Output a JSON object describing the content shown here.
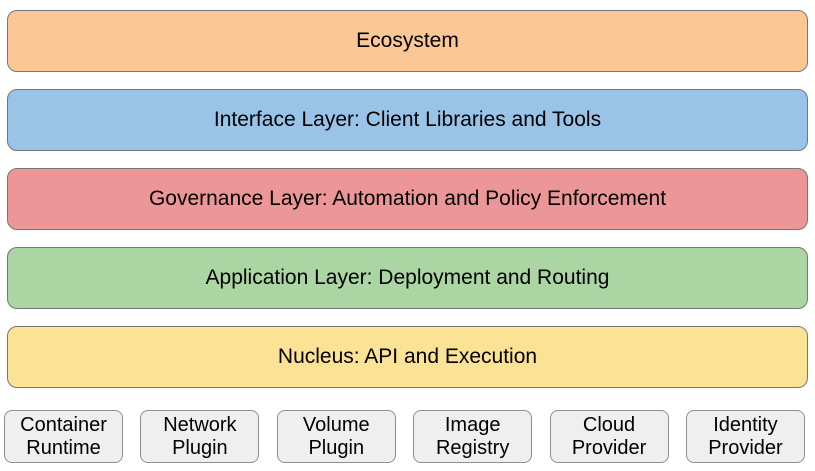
{
  "diagram": {
    "layers": [
      {
        "label": "Ecosystem",
        "fill": "#FAC795"
      },
      {
        "label": "Interface Layer: Client Libraries and Tools",
        "fill": "#9AC4E7"
      },
      {
        "label": "Governance Layer: Automation and Policy Enforcement",
        "fill": "#EC9697"
      },
      {
        "label": "Application Layer: Deployment and Routing",
        "fill": "#ABD5A2"
      },
      {
        "label": "Nucleus: API and Execution",
        "fill": "#FBE294"
      }
    ],
    "providers": [
      {
        "label": "Container Runtime"
      },
      {
        "label": "Network Plugin"
      },
      {
        "label": "Volume Plugin"
      },
      {
        "label": "Image Registry"
      },
      {
        "label": "Cloud Provider"
      },
      {
        "label": "Identity Provider"
      }
    ],
    "colors": {
      "layer_border": "#777777",
      "provider_fill": "#EFEFEF",
      "provider_border": "#8F8F8F",
      "text": "#000000",
      "background": "#FFFFFF"
    }
  }
}
